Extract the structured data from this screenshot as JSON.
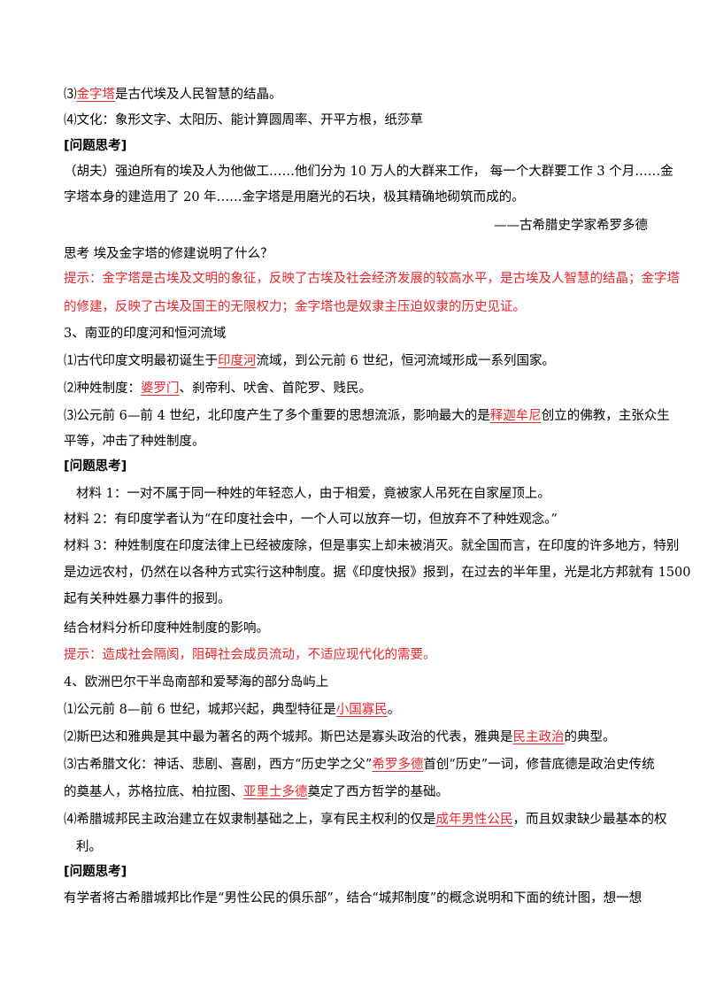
{
  "lines": {
    "l01": {
      "pre": "⑶",
      "key": "金字塔",
      "post": "是古代埃及人民智慧的结晶。"
    },
    "l02": "⑷文化：象形文字、太阳历、能计算圆周率、开平方根，纸莎草",
    "h1": "[问题思考]",
    "l03": "（胡夫）强迫所有的埃及人为他做工……他们分为 10 万人的大群来工作，  每一个大群要工作 3 个月……金",
    "l04": "字塔本身的建造用了 20 年……金字塔是用磨光的石块，极其精确地砌筑而成的。",
    "l05": "——古希腊史学家希罗多德",
    "l06": "思考   埃及金字塔的修建说明了什么？",
    "l07": "提示：金字塔是古埃及文明的象征，反映了古埃及社会经济发展的较高水平，是古埃及人智慧的结晶；金字塔",
    "l08": "的修建，反映了古埃及国王的无限权力；金字塔也是奴隶主压迫奴隶的历史见证。",
    "l09": "3、南亚的印度河和恒河流域",
    "l10": {
      "pre": "⑴古代印度文明最初诞生于",
      "key": "印度河",
      "post": "流域，到公元前 6  世纪，恒河流域形成一系列国家。"
    },
    "l11": {
      "pre": "⑵种姓制度：",
      "key": "婆罗门",
      "post": "、刹帝利、吠舍、首陀罗、贱民。"
    },
    "l12": {
      "pre": "⑶公元前 6—前 4  世纪，北印度产生了多个重要的思想流派，影响最大的是",
      "key": "释迦牟尼",
      "post": "创立的佛教，主张众生"
    },
    "l13": "平等，冲击了种姓制度。",
    "h2": "[问题思考]",
    "l14": "材料 1：一对不属于同一种姓的年轻恋人，由于相爱，竟被家人吊死在自家屋顶上。",
    "l15": "材料 2：有印度学者认为“在印度社会中，一个人可以放弃一切，但放弃不了种姓观念。”",
    "l16": "材料 3：种姓制度在印度法律上已经被废除，但是事实上却未被消灭。就全国而言，在印度的许多地方，特别",
    "l17": "是边远农村，仍然在以各种方式实行这种制度。据《印度快报》报到，在过去的半年里，光是北方邦就有 1500",
    "l18": "起有关种姓暴力事件的报到。",
    "l19": "结合材料分析印度种姓制度的影响。",
    "l20": "提示：造成社会隔阂，阻碍社会成员流动，不适应现代化的需要。",
    "l21": "4、欧洲巴尔干半岛南部和爱琴海的部分岛屿上",
    "l22": {
      "pre": "⑴公元前 8—前 6  世纪，城邦兴起，典型特征是",
      "key": "小国寡民",
      "post": "。"
    },
    "l23": {
      "pre": "⑵斯巴达和雅典是其中最为著名的两个城邦。斯巴达是寡头政治的代表，雅典是",
      "key": "民主政治",
      "post": "的典型。"
    },
    "l24": {
      "pre": "⑶古希腊文化：神话、悲剧、喜剧，西方“历史学之父”",
      "key": "希罗多德",
      "post": "首创“历史”一词，修昔底德是政治史传统"
    },
    "l25": {
      "pre": "的奠基人，苏格拉底、柏拉图、",
      "key": "亚里士多德",
      "post": "奠定了西方哲学的基础。"
    },
    "l26": {
      "pre": "⑷希腊城邦民主政治建立在奴隶制基础之上，享有民主权利的仅是",
      "key": "成年男性公民",
      "post": "，而且奴隶缺少最基本的权"
    },
    "l27": "利。",
    "h3": "[问题思考]",
    "l28": "有学者将古希腊城邦比作是“男性公民的俱乐部”，结合“城邦制度”的概念说明和下面的统计图，想一想"
  }
}
